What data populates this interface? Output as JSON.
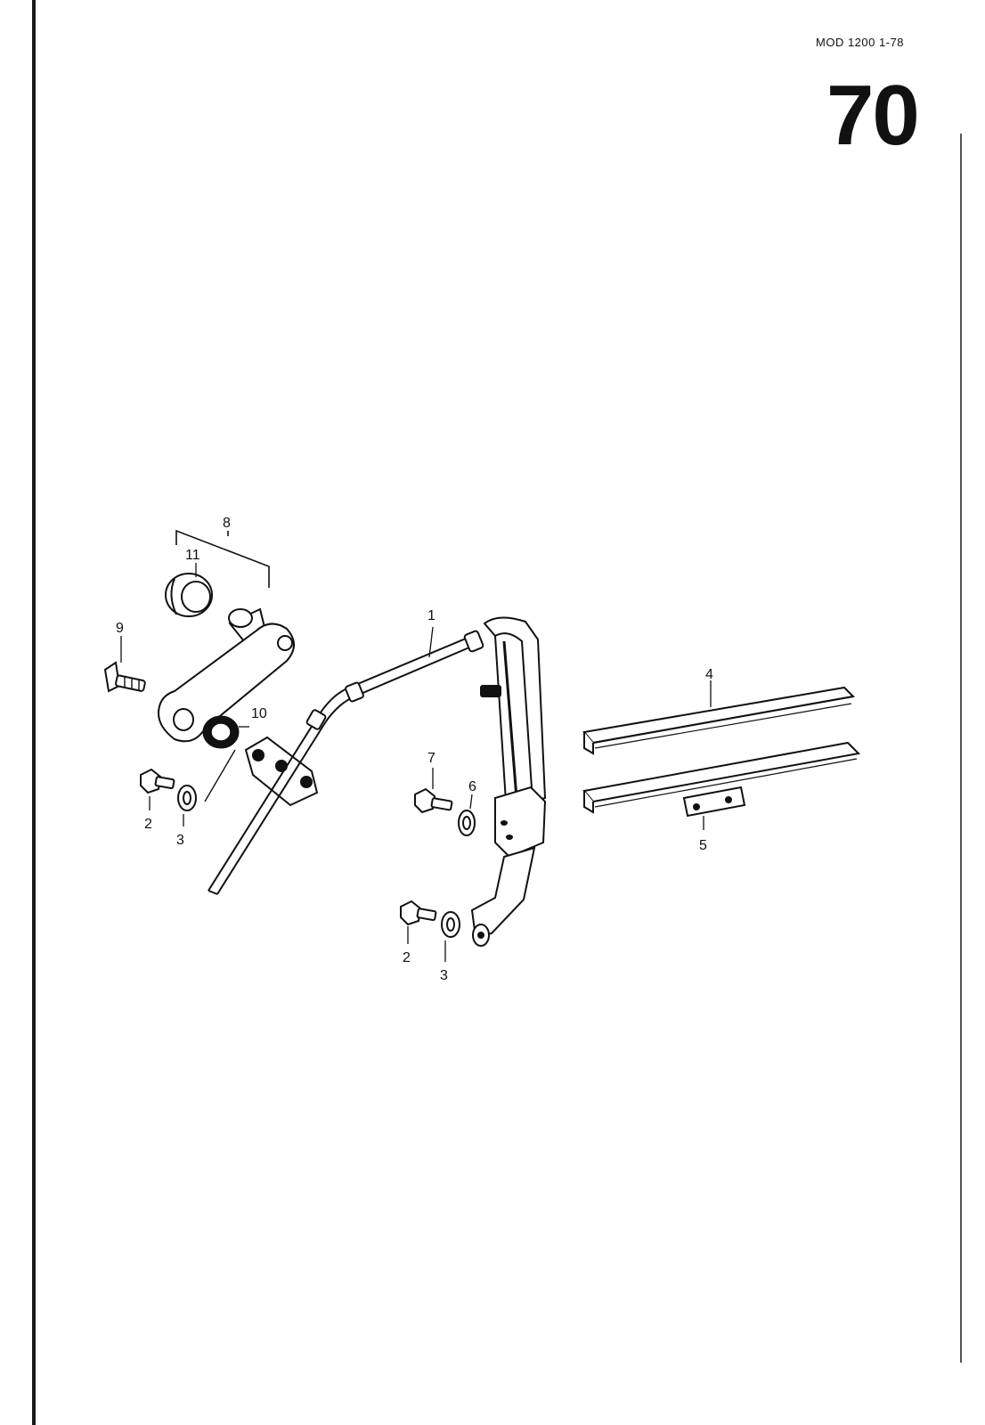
{
  "header": {
    "model_date": "MOD 1200  1-78",
    "page_number": "70"
  },
  "callouts": [
    "1",
    "2",
    "3",
    "4",
    "5",
    "6",
    "7",
    "8",
    "9",
    "10",
    "11",
    "2",
    "3"
  ]
}
